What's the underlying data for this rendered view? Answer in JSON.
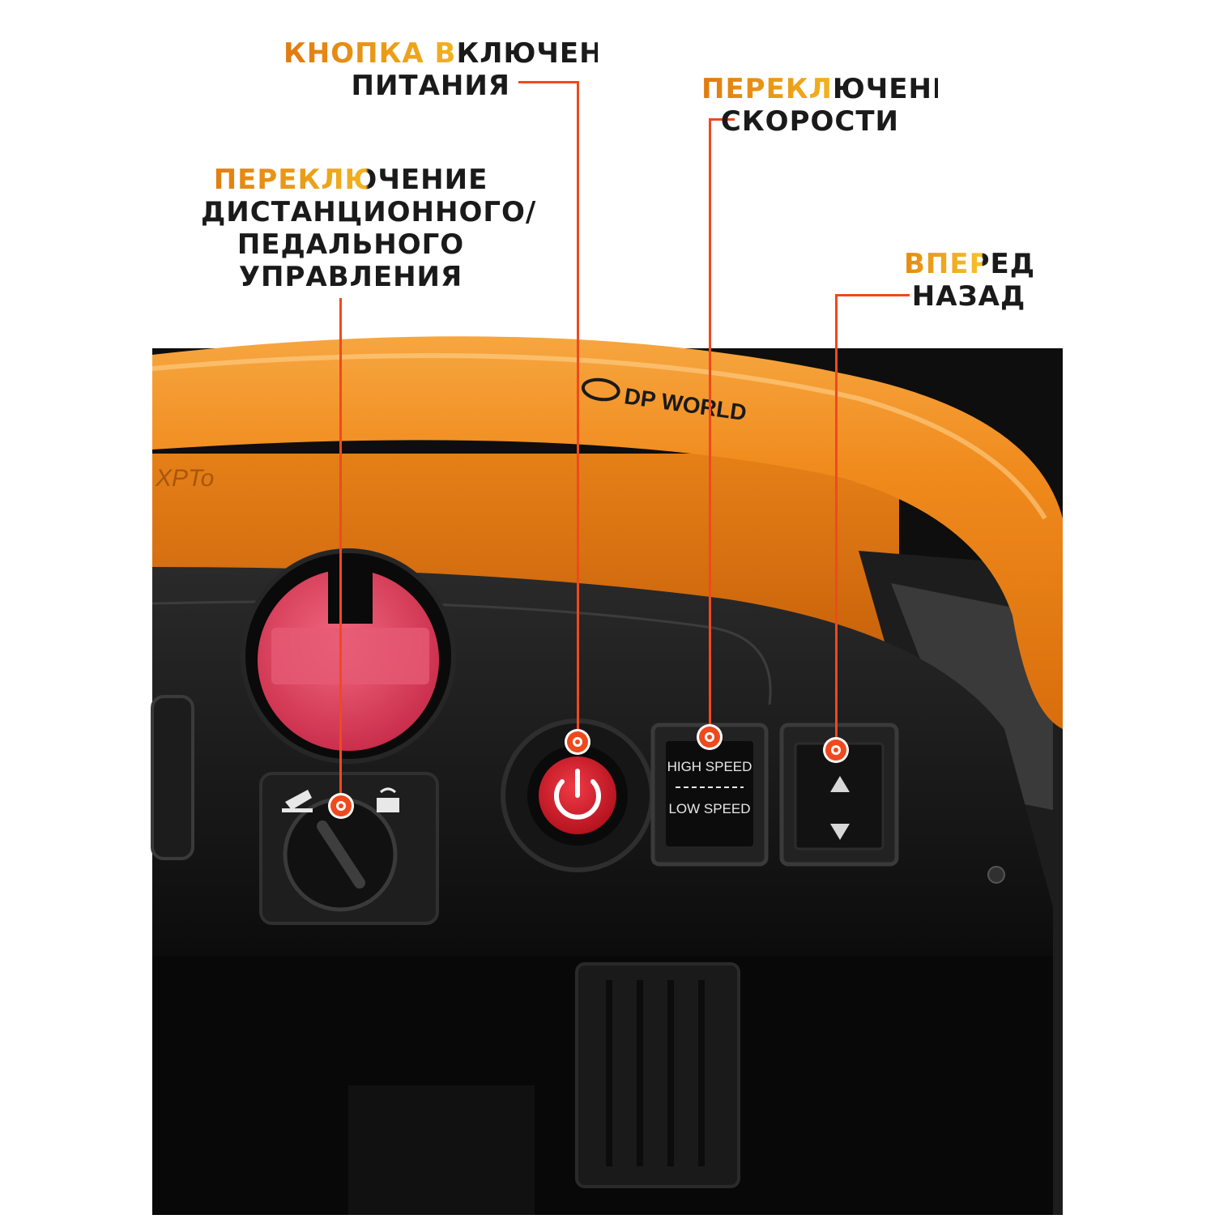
{
  "labels": {
    "power": {
      "line1": "КНОПКА ВКЛЮЧЕНИЯ",
      "line2": "ПИТАНИЯ"
    },
    "speed": {
      "line1": "ПЕРЕКЛЮЧЕНИЕ",
      "line2": "СКОРОСТИ"
    },
    "control": {
      "line1": "ПЕРЕКЛЮЧЕНИЕ",
      "line2": "ДИСТАНЦИОННОГО/",
      "line3": "ПЕДАЛЬНОГО",
      "line4": "УПРАВЛЕНИЯ"
    },
    "direction": {
      "line1": "ВПЕРЕД/",
      "line2": "НАЗАД"
    }
  },
  "speed_switch": {
    "high": "HIGH SPEED",
    "low": "LOW SPEED"
  },
  "brand": {
    "logo_text": "DP WORLD",
    "side_text": "XPTo"
  },
  "colors": {
    "accent": "#ee4a1d",
    "orange_body": "#f08a1c",
    "dashboard": "#141414",
    "power_red": "#d81f2e",
    "fuse_pink": "#e2445f"
  },
  "icons": {
    "pedal_mode": "pedal-icon",
    "remote_mode": "remote-control-icon",
    "power": "power-icon",
    "forward": "arrow-up-icon",
    "reverse": "arrow-down-icon"
  }
}
